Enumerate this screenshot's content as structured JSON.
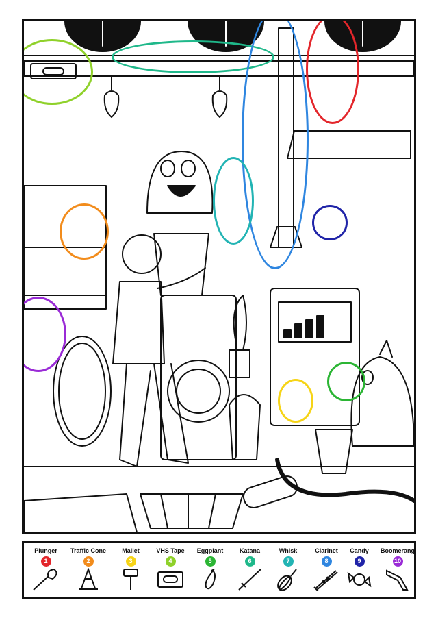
{
  "items": [
    {
      "name": "Plunger",
      "number": "1",
      "color": "#e3262b",
      "icon": "plunger-icon"
    },
    {
      "name": "Traffic Cone",
      "number": "2",
      "color": "#f28c1c",
      "icon": "traffic-cone-icon"
    },
    {
      "name": "Mallet",
      "number": "3",
      "color": "#f6d417",
      "icon": "mallet-icon"
    },
    {
      "name": "VHS Tape",
      "number": "4",
      "color": "#8fd12a",
      "icon": "vhs-tape-icon"
    },
    {
      "name": "Eggplant",
      "number": "5",
      "color": "#2bb534",
      "icon": "eggplant-icon"
    },
    {
      "name": "Katana",
      "number": "6",
      "color": "#1fb88a",
      "icon": "katana-icon"
    },
    {
      "name": "Whisk",
      "number": "7",
      "color": "#22b4b4",
      "icon": "whisk-icon"
    },
    {
      "name": "Clarinet",
      "number": "8",
      "color": "#2f86e0",
      "icon": "clarinet-icon"
    },
    {
      "name": "Candy",
      "number": "9",
      "color": "#2024a8",
      "icon": "candy-icon"
    },
    {
      "name": "Boomerang",
      "number": "10",
      "color": "#9a2bd6",
      "icon": "boomerang-icon"
    }
  ],
  "found": [
    {
      "item": "Plunger",
      "color": "#e3262b"
    },
    {
      "item": "Traffic Cone",
      "color": "#f28c1c"
    },
    {
      "item": "Mallet",
      "color": "#f6d417"
    },
    {
      "item": "VHS Tape",
      "color": "#8fd12a"
    },
    {
      "item": "Eggplant",
      "color": "#2bb534"
    },
    {
      "item": "Katana",
      "color": "#1fb88a"
    },
    {
      "item": "Whisk",
      "color": "#22b4b4"
    },
    {
      "item": "Clarinet",
      "color": "#2f86e0"
    },
    {
      "item": "Candy",
      "color": "#2024a8"
    },
    {
      "item": "Boomerang",
      "color": "#9a2bd6"
    }
  ]
}
